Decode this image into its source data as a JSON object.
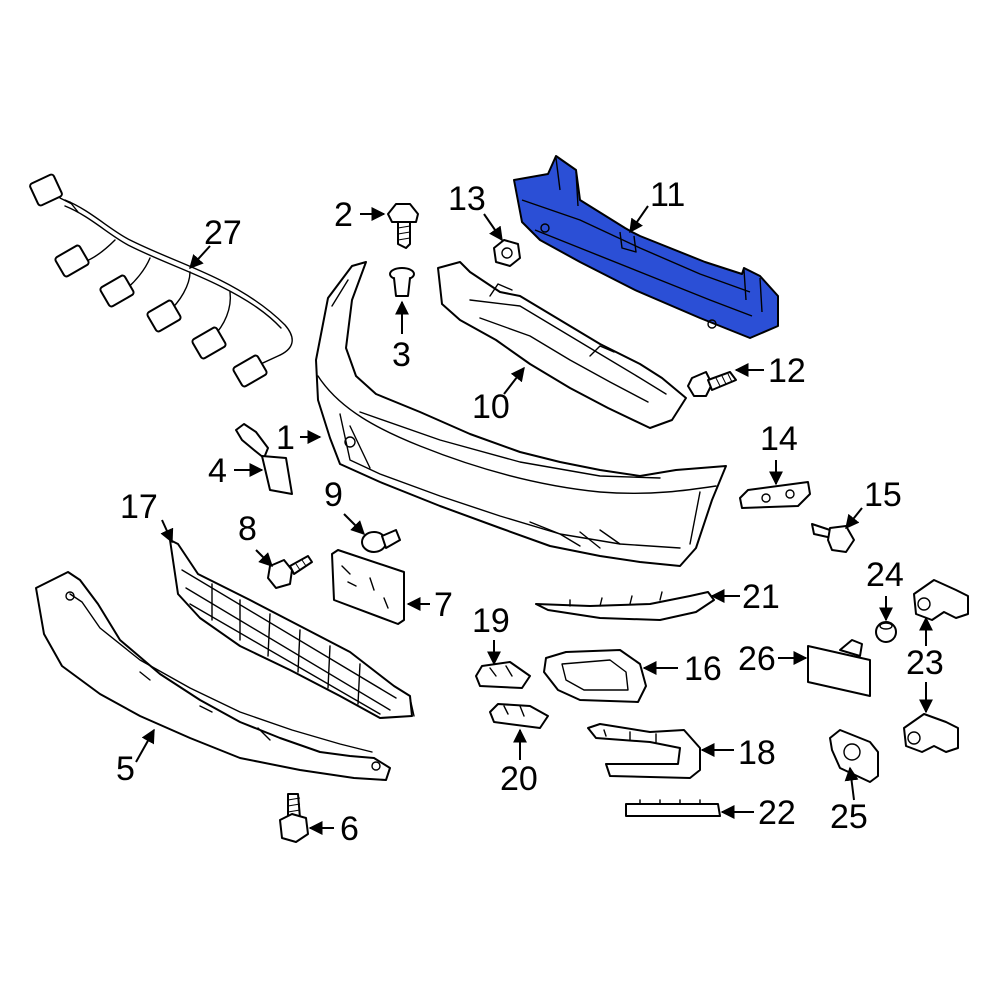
{
  "highlight_color": "#2b4fd6",
  "highlighted_part": "11",
  "callouts": {
    "c1": "1",
    "c2": "2",
    "c3": "3",
    "c4": "4",
    "c5": "5",
    "c6": "6",
    "c7": "7",
    "c8": "8",
    "c9": "9",
    "c10": "10",
    "c11": "11",
    "c12": "12",
    "c13": "13",
    "c14": "14",
    "c15": "15",
    "c16": "16",
    "c17": "17",
    "c18": "18",
    "c19": "19",
    "c20": "20",
    "c21": "21",
    "c22": "22",
    "c23": "23",
    "c24": "24",
    "c25": "25",
    "c26": "26",
    "c27": "27"
  }
}
